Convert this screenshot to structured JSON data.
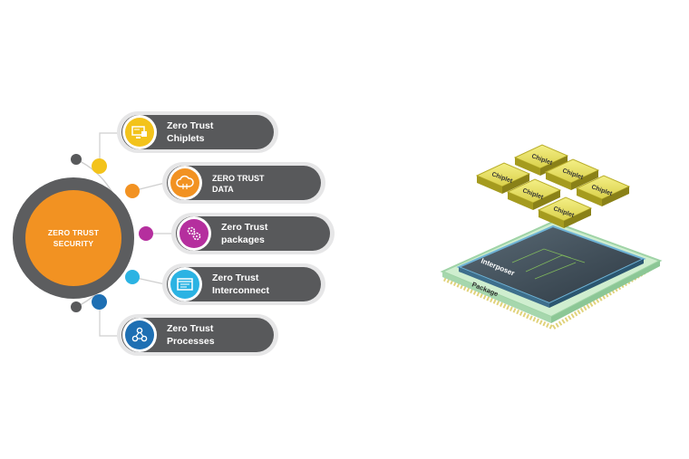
{
  "hub": {
    "label": "ZERO TRUST\nSECURITY",
    "color": "#f29222"
  },
  "items": [
    {
      "label": "Zero Trust\nChiplets",
      "icon": "chip-monitor-icon",
      "color": "#f3c31b"
    },
    {
      "label": "ZERO TRUST\nDATA",
      "icon": "cloud-data-icon",
      "color": "#f29222"
    },
    {
      "label": "Zero Trust\npackages",
      "icon": "gears-icon",
      "color": "#b52f9e"
    },
    {
      "label": "Zero Trust\nInterconnect",
      "icon": "browser-window-icon",
      "color": "#2bb3e3"
    },
    {
      "label": "Zero Trust\nProcesses",
      "icon": "network-people-icon",
      "color": "#1e6fb3"
    }
  ],
  "chip": {
    "chiplet_label": "Chiplet",
    "interposer_label": "Interposer",
    "package_label": "Package"
  }
}
